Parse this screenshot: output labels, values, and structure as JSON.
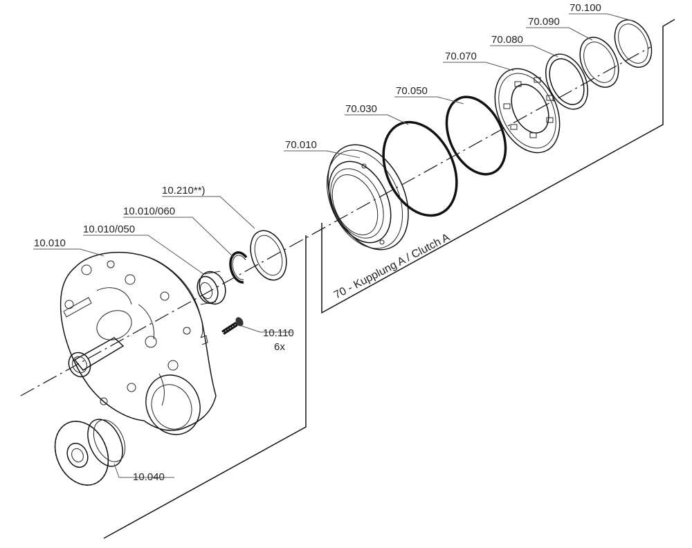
{
  "parts": [
    {
      "id": "p70100",
      "number": "70.100"
    },
    {
      "id": "p70090",
      "number": "70.090"
    },
    {
      "id": "p70080",
      "number": "70.080"
    },
    {
      "id": "p70070",
      "number": "70.070"
    },
    {
      "id": "p70050",
      "number": "70.050"
    },
    {
      "id": "p70030",
      "number": "70.030"
    },
    {
      "id": "p70010",
      "number": "70.010"
    },
    {
      "id": "p10210",
      "number": "10.210**)"
    },
    {
      "id": "p10010060",
      "number": "10.010/060"
    },
    {
      "id": "p10010050",
      "number": "10.010/050"
    },
    {
      "id": "p10010",
      "number": "10.010"
    },
    {
      "id": "p10110",
      "number": "10.110",
      "quantity": "6x"
    },
    {
      "id": "p10040",
      "number": "10.040"
    }
  ],
  "group": {
    "label": "70 - Kupplung A / Clutch A"
  }
}
